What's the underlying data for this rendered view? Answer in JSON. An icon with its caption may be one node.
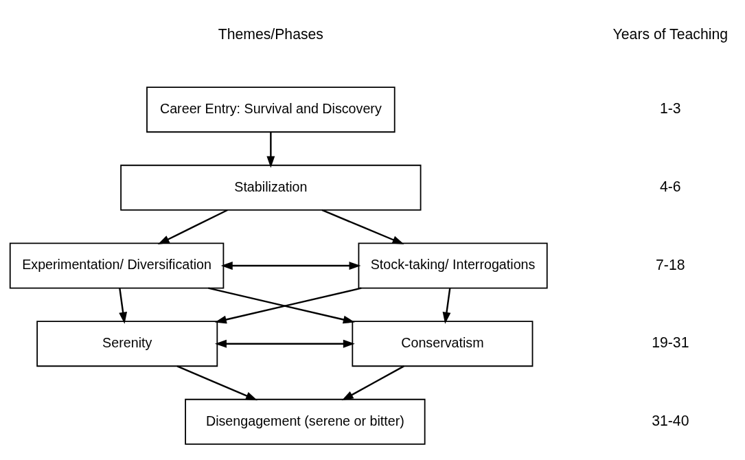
{
  "diagram": {
    "nodes": [
      {
        "text": [
          "Career Entry: Survival and Discovery"
        ]
      },
      {
        "text": [
          "Stabilization"
        ]
      },
      {
        "text": [
          "Experimentation/ Diversification"
        ]
      },
      {
        "text": [
          "Stock-taking/ Interrogations"
        ]
      },
      {
        "text": [
          "Serenity"
        ]
      },
      {
        "text": [
          "Conservatism"
        ]
      },
      {
        "text": [
          "Disengagement (serene or bitter)"
        ]
      }
    ],
    "edges": [
      {
        "from": 0,
        "to": 1,
        "arrow": "to"
      },
      {
        "from": 1,
        "to": 2,
        "arrow": "to"
      },
      {
        "from": 1,
        "to": 3,
        "arrow": "to"
      },
      {
        "from": 2,
        "to": 3,
        "arrow": "both"
      },
      {
        "from": 2,
        "to": 4,
        "arrow": "to"
      },
      {
        "from": 2,
        "to": 5,
        "arrow": "to"
      },
      {
        "from": 3,
        "to": 4,
        "arrow": "to"
      },
      {
        "from": 3,
        "to": 5,
        "arrow": "to"
      },
      {
        "from": 4,
        "to": 5,
        "arrow": "both"
      },
      {
        "from": 4,
        "to": 6,
        "arrow": "to"
      },
      {
        "from": 5,
        "to": 6,
        "arrow": "to"
      }
    ],
    "labels": [
      "Years of Teaching",
      "Themes/Phases",
      "1-3",
      "4-6",
      "7-18",
      "19-31",
      "31-40"
    ]
  }
}
